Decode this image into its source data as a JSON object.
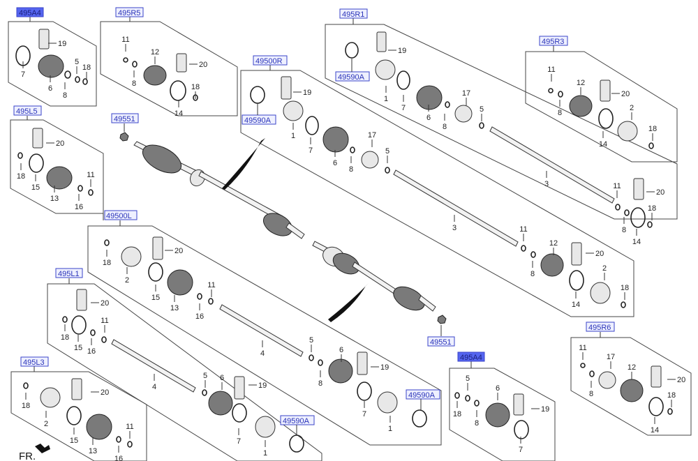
{
  "diagram": {
    "title": "Drive Shaft Assembly Exploded View",
    "direction_marker": "FR.",
    "groups": [
      {
        "id": "495A4-top",
        "label": "495A4",
        "selected": true,
        "parts": [
          "19",
          "7",
          "6",
          "8",
          "5",
          "18"
        ]
      },
      {
        "id": "495R5",
        "label": "495R5",
        "selected": false,
        "parts": [
          "11",
          "12",
          "20",
          "8",
          "18",
          "14"
        ]
      },
      {
        "id": "495R1",
        "label": "495R1",
        "selected": false,
        "parts": [
          "49590A",
          "19",
          "1",
          "7",
          "6",
          "8",
          "17",
          "5",
          "3",
          "11",
          "20",
          "8",
          "18",
          "14"
        ]
      },
      {
        "id": "495R3",
        "label": "495R3",
        "selected": false,
        "parts": [
          "11",
          "12",
          "20",
          "8",
          "2",
          "14",
          "18"
        ]
      },
      {
        "id": "495L5",
        "label": "495L5",
        "selected": false,
        "parts": [
          "20",
          "18",
          "15",
          "13",
          "11",
          "16"
        ]
      },
      {
        "id": "49500R",
        "label": "49500R",
        "selected": false,
        "parts": [
          "49590A",
          "19",
          "1",
          "7",
          "6",
          "8",
          "17",
          "5",
          "3",
          "11",
          "12",
          "20",
          "8",
          "2",
          "14",
          "18"
        ]
      },
      {
        "id": "49500L",
        "label": "49500L",
        "selected": false,
        "parts": [
          "18",
          "20",
          "2",
          "15",
          "13",
          "11",
          "16",
          "4",
          "5",
          "6",
          "8",
          "19",
          "7",
          "1",
          "49590A"
        ]
      },
      {
        "id": "495L1",
        "label": "495L1",
        "selected": false,
        "parts": [
          "20",
          "18",
          "15",
          "16",
          "11",
          "4",
          "5",
          "6",
          "19",
          "7",
          "1",
          "49590A"
        ]
      },
      {
        "id": "495L3",
        "label": "495L3",
        "selected": false,
        "parts": [
          "18",
          "20",
          "2",
          "15",
          "13",
          "11",
          "16"
        ]
      },
      {
        "id": "495A4-bottom",
        "label": "495A4",
        "selected": true,
        "parts": [
          "5",
          "6",
          "18",
          "8",
          "19",
          "7"
        ]
      },
      {
        "id": "495R6",
        "label": "495R6",
        "selected": false,
        "parts": [
          "11",
          "17",
          "12",
          "20",
          "8",
          "18",
          "14"
        ]
      }
    ],
    "standalone_labels": [
      {
        "id": "49551-top",
        "label": "49551"
      },
      {
        "id": "49551-bottom",
        "label": "49551"
      },
      {
        "id": "49590A-r1",
        "label": "49590A"
      },
      {
        "id": "49590A-r",
        "label": "49590A"
      },
      {
        "id": "49590A-l",
        "label": "49590A"
      },
      {
        "id": "49590A-l1",
        "label": "49590A"
      }
    ],
    "callouts": {
      "a4t": [
        "19",
        "7",
        "6",
        "8",
        "5",
        "18"
      ],
      "r5": [
        "11",
        "12",
        "20",
        "8",
        "18",
        "14"
      ],
      "r1": [
        "19",
        "1",
        "7",
        "6",
        "8",
        "17",
        "5",
        "3",
        "11",
        "20",
        "8",
        "18",
        "14"
      ],
      "r3": [
        "11",
        "12",
        "20",
        "8",
        "2",
        "14",
        "18"
      ],
      "l5": [
        "20",
        "18",
        "15",
        "13",
        "11",
        "16"
      ],
      "r": [
        "19",
        "1",
        "7",
        "17",
        "6",
        "8",
        "5",
        "3",
        "11",
        "12",
        "20",
        "8",
        "2",
        "14",
        "18"
      ],
      "l": [
        "18",
        "20",
        "2",
        "15",
        "13",
        "11",
        "16",
        "4",
        "5",
        "6",
        "8",
        "19",
        "7",
        "1"
      ],
      "l1": [
        "20",
        "18",
        "11",
        "15",
        "16",
        "4",
        "5",
        "6",
        "19",
        "7",
        "1"
      ],
      "l3": [
        "18",
        "20",
        "2",
        "15",
        "13",
        "11",
        "16"
      ],
      "a4b": [
        "5",
        "6",
        "18",
        "8",
        "19",
        "7"
      ],
      "r6": [
        "11",
        "17",
        "12",
        "20",
        "8",
        "18",
        "14"
      ]
    }
  }
}
